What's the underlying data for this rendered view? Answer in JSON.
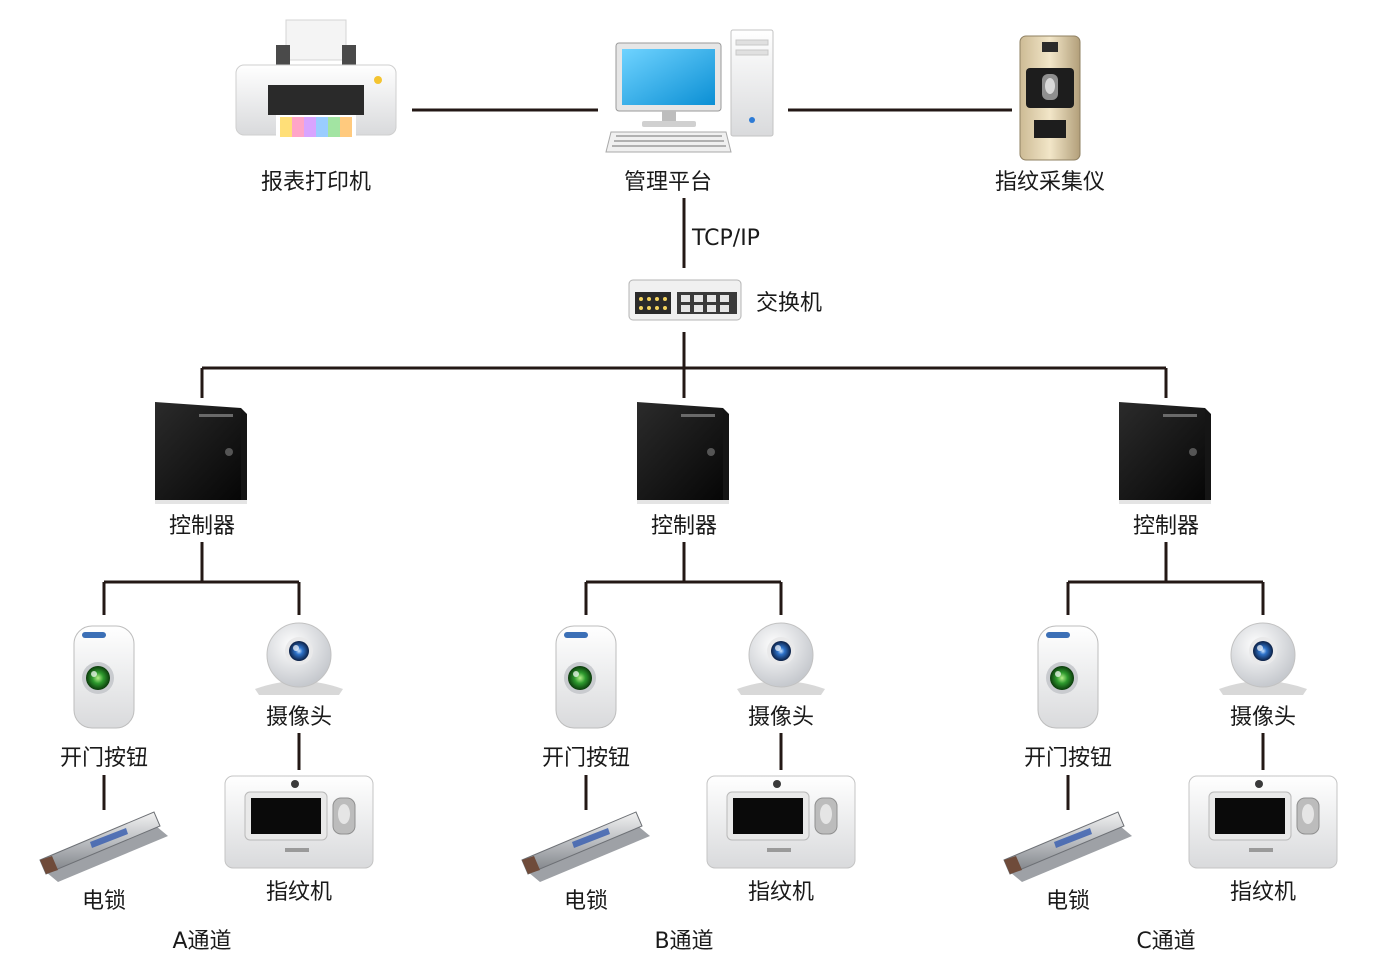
{
  "top": {
    "printer_label": "报表打印机",
    "platform_label": "管理平台",
    "collector_label": "指纹采集仪"
  },
  "network": {
    "protocol_label": "TCP/IP",
    "switch_label": "交换机"
  },
  "channels": [
    {
      "controller_label": "控制器",
      "button_label": "开门按钮",
      "camera_label": "摄像头",
      "lock_label": "电锁",
      "reader_label": "指纹机",
      "channel_label": "A通道"
    },
    {
      "controller_label": "控制器",
      "button_label": "开门按钮",
      "camera_label": "摄像头",
      "lock_label": "电锁",
      "reader_label": "指纹机",
      "channel_label": "B通道"
    },
    {
      "controller_label": "控制器",
      "button_label": "开门按钮",
      "camera_label": "摄像头",
      "lock_label": "电锁",
      "reader_label": "指纹机",
      "channel_label": "C通道"
    }
  ]
}
